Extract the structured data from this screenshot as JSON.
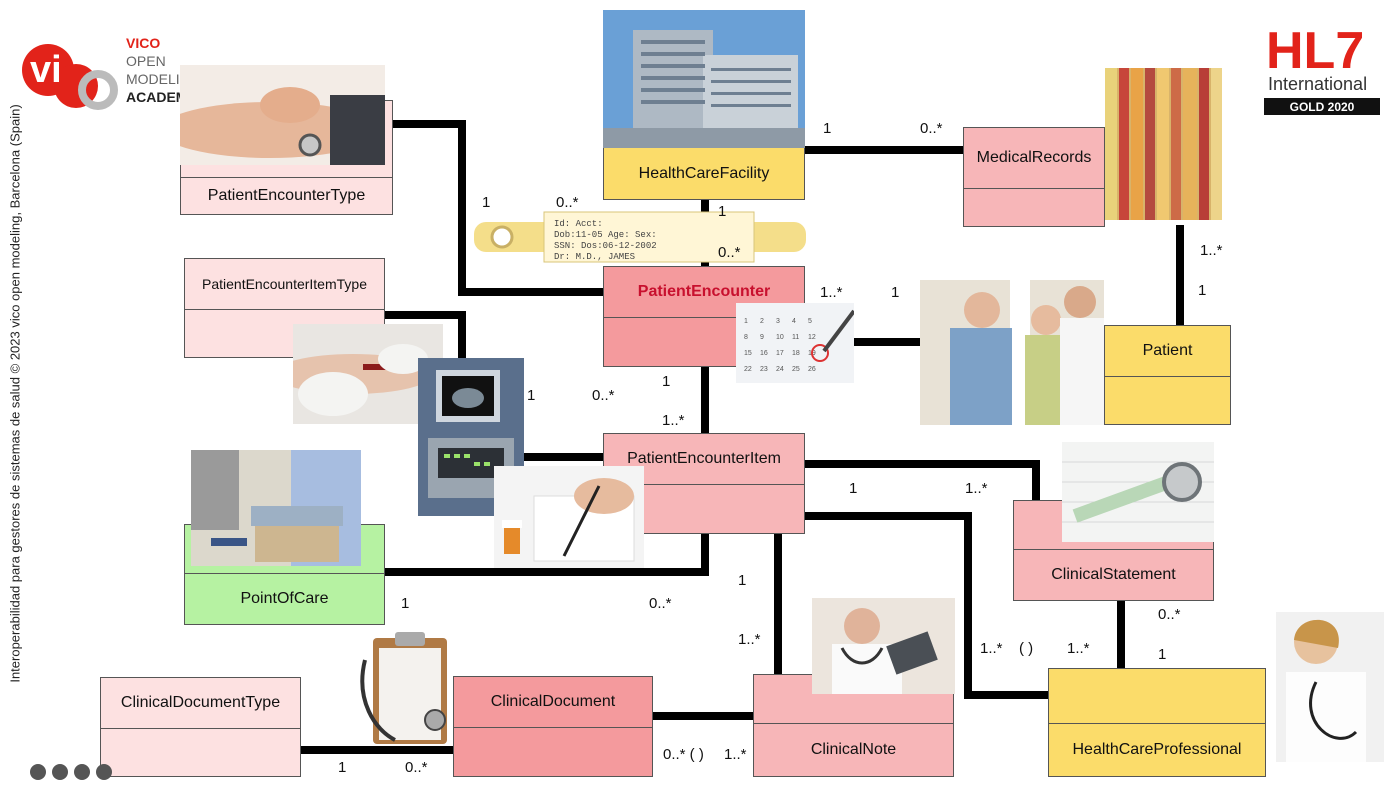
{
  "side_text": "Interoperabilidad para gestores de sistemas de salud © 2023 vico open modeling, Barcelona (Spain)",
  "logo_vico": {
    "line1": "VICO",
    "line2": "OPEN",
    "line3": "MODELING",
    "line4": "ACADEMY"
  },
  "logo_hl7": {
    "title": "HL7",
    "sub": "International",
    "badge": "GOLD 2020"
  },
  "classes": {
    "health_care_facility": "HealthCareFacility",
    "medical_records": "MedicalRecords",
    "patient_encounter_type": "PatientEncounterType",
    "patient_encounter": "PatientEncounter",
    "patient_encounter_item_type": "PatientEncounterItemType",
    "patient": "Patient",
    "patient_encounter_item": "PatientEncounterItem",
    "clinical_statement": "ClinicalStatement",
    "point_of_care": "PointOfCare",
    "clinical_document_type": "ClinicalDocumentType",
    "clinical_document": "ClinicalDocument",
    "clinical_note": "ClinicalNote",
    "health_care_professional": "HealthCareProfessional"
  },
  "multiplicities": {
    "hcf_mr_1": "1",
    "hcf_mr_many": "0..*",
    "pet_1": "1",
    "pet_many": "0..*",
    "hcf_pe_1": "1",
    "hcf_pe_many": "0..*",
    "mr_pat_many": "1..*",
    "mr_pat_1": "1",
    "pe_pat_many": "1..*",
    "pe_pat_1": "1",
    "peit_1": "1",
    "peit_many": "0..*",
    "pe_pei_1": "1",
    "pe_pei_many": "1..*",
    "pei_cs_1": "1",
    "pei_cs_many": "1..*",
    "poc_1": "1",
    "poc_many": "0..*",
    "pei_cn_1": "1",
    "pei_cn_many": "1..*",
    "hcp_left_many": "1..*",
    "hcp_paren": "( )",
    "hcp_right_many": "1..*",
    "cs_hcp_many": "0..*",
    "cs_hcp_1": "1",
    "cdt_1": "1",
    "cdt_many": "0..*",
    "cd_cn_left": "0..* ( )",
    "cd_cn_right": "1..*"
  },
  "wristband": {
    "line1": "Id:            Acct:",
    "line2": "Dob:11-05      Age:    Sex:",
    "line3": "SSN:           Dos:06-12-2002",
    "line4": "Dr:           M.D., JAMES"
  },
  "colors": {
    "light_pink": "#fde1e1",
    "pink": "#f7b6b8",
    "red": "#f49a9d",
    "yellow": "#fbdc6a",
    "green": "#b6f2a2",
    "hl7_red": "#e2231a"
  }
}
